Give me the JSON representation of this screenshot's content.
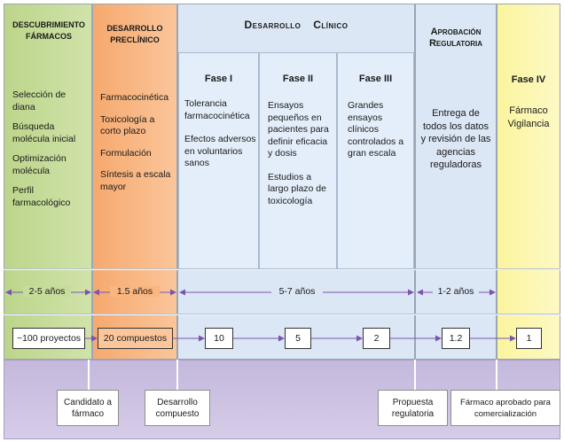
{
  "columns": {
    "descubrimiento": {
      "title": "DESCUBRIMIENTO FÁRMACOS",
      "items": [
        "Selección de diana",
        "Búsqueda molécula inicial",
        "Optimización molécula",
        "Perfil farmacológico"
      ],
      "duration": "2-5 años",
      "count": "~100 proyectos",
      "color": "#c6dc9b"
    },
    "preclinico": {
      "title": "DESARROLLO PRECLÍNICO",
      "items": [
        "Farmacocinética",
        "Toxicología a corto plazo",
        "Formulación",
        "Síntesis a escala mayor"
      ],
      "duration": "1.5 años",
      "count": "20 compuestos",
      "color": "#f9b987"
    },
    "clinico": {
      "title": "Desarrollo Clínico",
      "duration": "5-7 años",
      "color": "#dbe6f4",
      "phases": [
        {
          "title": "Fase I",
          "items": [
            "Tolerancia farmacocinética",
            "Efectos adversos en voluntarios sanos"
          ],
          "count": "10"
        },
        {
          "title": "Fase II",
          "items": [
            "Ensayos pequeños en pacientes para definir eficacia y dosis",
            "Estudios a largo plazo de toxicología"
          ],
          "count": "5"
        },
        {
          "title": "Fase III",
          "items": [
            "Grandes ensayos clínicos controlados a gran escala"
          ],
          "count": "2"
        }
      ]
    },
    "aprobacion": {
      "title": "Aprobación Regulatoria",
      "text": "Entrega de todos los datos y revisión de las agencias reguladoras",
      "duration": "1-2 años",
      "count": "1.2",
      "color": "#dbe6f4"
    },
    "fase4": {
      "title": "Fase IV",
      "text": "Fármaco Vigilancia",
      "count": "1",
      "color": "#fbf7ae"
    }
  },
  "milestones": [
    "Candidato a fármaco",
    "Desarrollo compuesto",
    "Propuesta regulatoria",
    "Fármaco aprobado para comercialización"
  ],
  "colors": {
    "footer": "#cbc0e0",
    "arrow": "#7a55b0"
  }
}
